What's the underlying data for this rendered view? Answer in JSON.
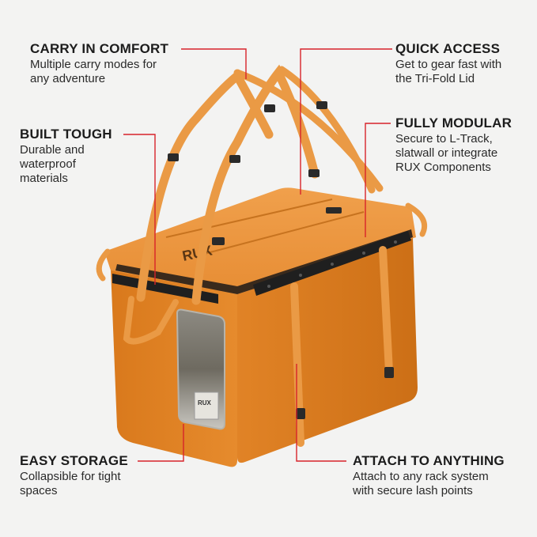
{
  "callouts": {
    "carry": {
      "title": "CARRY IN COMFORT",
      "lines": [
        "Multiple carry modes for",
        "any adventure"
      ]
    },
    "quick": {
      "title": "QUICK ACCESS",
      "lines": [
        "Get to gear fast with",
        "the Tri-Fold Lid"
      ]
    },
    "tough": {
      "title": "BUILT TOUGH",
      "lines": [
        "Durable and",
        "waterproof",
        "materials"
      ]
    },
    "modular": {
      "title": "FULLY MODULAR",
      "lines": [
        "Secure to L-Track,",
        "slatwall or integrate",
        "RUX Components"
      ]
    },
    "storage": {
      "title": "EASY STORAGE",
      "lines": [
        "Collapsible for tight",
        "spaces"
      ]
    },
    "attach": {
      "title": "ATTACH TO ANYTHING",
      "lines": [
        "Attach to any rack system",
        "with secure lash points"
      ]
    }
  },
  "product": {
    "logo_text": "RUX",
    "window_label": "RUX"
  },
  "colors": {
    "background": "#f3f3f2",
    "bag_orange": "#e8892a",
    "bag_dark_orange": "#c96f18",
    "strap_orange": "#ea9a45",
    "rail_black": "#1f1f1f",
    "leader_red": "#d8232a",
    "text": "#1c1c1c"
  }
}
